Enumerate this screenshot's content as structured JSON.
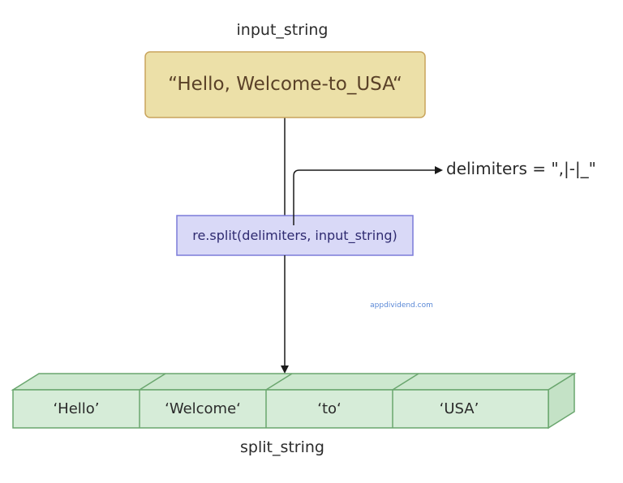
{
  "input": {
    "label": "input_string",
    "value": "“Hello, Welcome-to_USA“"
  },
  "delimiters": {
    "label": "delimiters = \",|-|_\""
  },
  "function": {
    "label": "re.split(delimiters, input_string)"
  },
  "watermark": "appdividend.com",
  "output": {
    "label": "split_string",
    "items": [
      "‘Hello’",
      "‘Welcome‘",
      "‘to‘",
      "‘USA’"
    ]
  },
  "colors": {
    "input_fill": "#ece0a8",
    "input_stroke": "#c9a45c",
    "function_fill": "#d9d9f7",
    "function_stroke": "#7b7bd8",
    "array_fill": "#d6ecd8",
    "array_top": "#cde8cf",
    "array_side": "#c4e2c6",
    "array_stroke": "#6aa66e",
    "line": "#1a1a1a"
  }
}
